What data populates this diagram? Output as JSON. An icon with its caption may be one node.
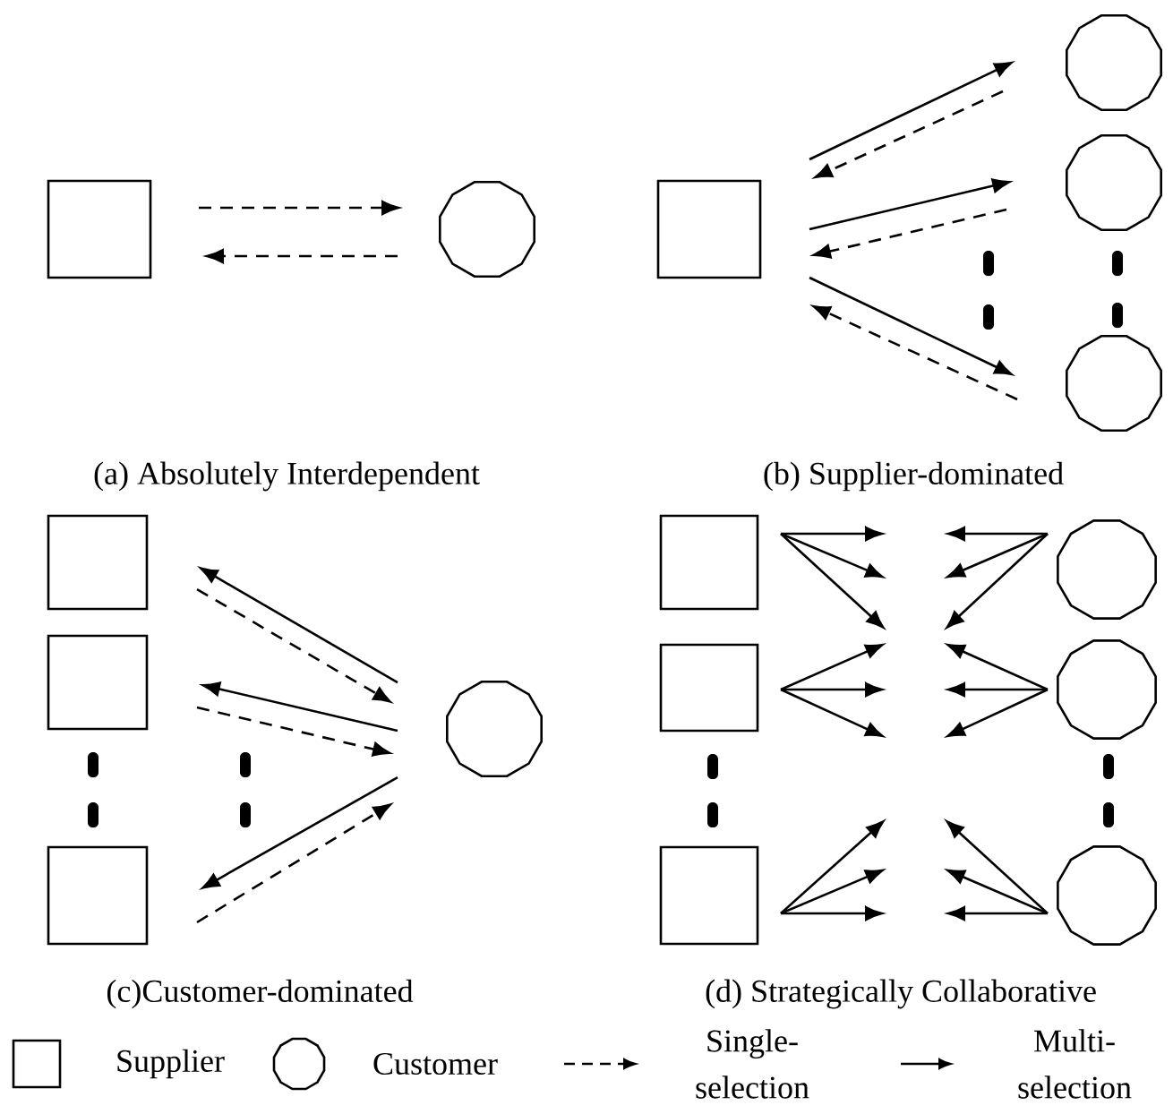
{
  "diagram": {
    "nodes": [
      {
        "text": [],
        "shape": "box"
      },
      {
        "text": [],
        "shape": "circle"
      },
      {
        "text": [],
        "shape": "box"
      },
      {
        "text": [],
        "shape": "circle"
      },
      {
        "text": [],
        "shape": "circle"
      },
      {
        "text": [],
        "shape": "circle"
      },
      {
        "text": [],
        "shape": "box"
      },
      {
        "text": [],
        "shape": "box"
      },
      {
        "text": [],
        "shape": "box"
      },
      {
        "text": [],
        "shape": "circle"
      },
      {
        "text": [],
        "shape": "box"
      },
      {
        "text": [],
        "shape": "box"
      },
      {
        "text": [],
        "shape": "box"
      },
      {
        "text": [],
        "shape": "circle"
      },
      {
        "text": [],
        "shape": "circle"
      },
      {
        "text": [],
        "shape": "circle"
      }
    ],
    "edges": [
      {
        "from": 0,
        "to": 1,
        "arrow": "to",
        "style": "dashed"
      },
      {
        "from": 1,
        "to": 0,
        "arrow": "to",
        "style": "dashed"
      },
      {
        "from": 2,
        "to": 3,
        "arrow": "to"
      },
      {
        "from": 3,
        "to": 2,
        "arrow": "to",
        "style": "dashed"
      },
      {
        "from": 2,
        "to": 4,
        "arrow": "to"
      },
      {
        "from": 4,
        "to": 2,
        "arrow": "to",
        "style": "dashed"
      },
      {
        "from": 2,
        "to": 5,
        "arrow": "to"
      },
      {
        "from": 5,
        "to": 2,
        "arrow": "to",
        "style": "dashed"
      },
      {
        "from": 9,
        "to": 6,
        "arrow": "to"
      },
      {
        "from": 6,
        "to": 9,
        "arrow": "to",
        "style": "dashed"
      },
      {
        "from": 9,
        "to": 7,
        "arrow": "to"
      },
      {
        "from": 7,
        "to": 9,
        "arrow": "to",
        "style": "dashed"
      },
      {
        "from": 9,
        "to": 8,
        "arrow": "to"
      },
      {
        "from": 8,
        "to": 9,
        "arrow": "to",
        "style": "dashed"
      },
      {
        "from": 10,
        "to": null,
        "arrow": "to"
      },
      {
        "from": 10,
        "to": null,
        "arrow": "to"
      },
      {
        "from": 10,
        "to": null,
        "arrow": "to"
      },
      {
        "from": 11,
        "to": null,
        "arrow": "to"
      },
      {
        "from": 11,
        "to": null,
        "arrow": "to"
      },
      {
        "from": 11,
        "to": null,
        "arrow": "to"
      },
      {
        "from": 12,
        "to": null,
        "arrow": "to"
      },
      {
        "from": 12,
        "to": null,
        "arrow": "to"
      },
      {
        "from": 12,
        "to": null,
        "arrow": "to"
      },
      {
        "from": 13,
        "to": null,
        "arrow": "to"
      },
      {
        "from": 13,
        "to": null,
        "arrow": "to"
      },
      {
        "from": 13,
        "to": null,
        "arrow": "to"
      },
      {
        "from": 14,
        "to": null,
        "arrow": "to"
      },
      {
        "from": 14,
        "to": null,
        "arrow": "to"
      },
      {
        "from": 14,
        "to": null,
        "arrow": "to"
      },
      {
        "from": 15,
        "to": null,
        "arrow": "to"
      },
      {
        "from": 15,
        "to": null,
        "arrow": "to"
      },
      {
        "from": 15,
        "to": null,
        "arrow": "to"
      }
    ],
    "labels": [
      "(a) Absolutely Interdependent",
      "(b) Supplier-dominated",
      "(c)Customer-dominated",
      "(d) Strategically Collaborative"
    ],
    "legend": [
      {
        "text": "Supplier"
      },
      {
        "text": "Customer"
      },
      {
        "text": "Single-selection"
      },
      {
        "text": "Multi-selection"
      }
    ]
  }
}
